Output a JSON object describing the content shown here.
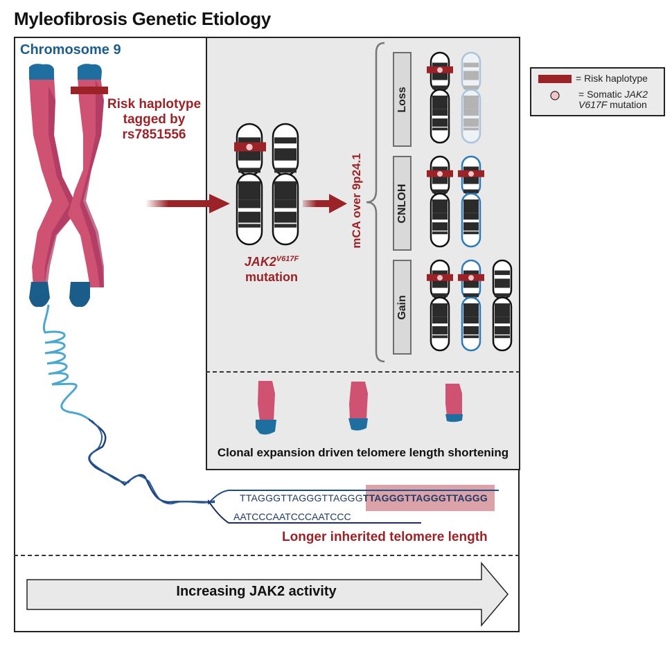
{
  "title": "Myleofibrosis Genetic Etiology",
  "left_panel": {
    "chromosome_label": "Chromosome 9",
    "risk_label_lines": [
      "Risk haplotype",
      "tagged by",
      "rs7851556"
    ]
  },
  "middle": {
    "gene": "JAK2",
    "gene_superscript": "V617F",
    "mutation_word": "mutation",
    "mca_label": "mCA over 9p24.1"
  },
  "mca_rows": [
    {
      "label": "Loss",
      "chromosomes": [
        "normal-with-risk-mutation",
        "faded-lost"
      ]
    },
    {
      "label": "CNLOH",
      "chromosomes": [
        "normal-with-risk-mutation",
        "blue-copy-with-risk-mutation"
      ]
    },
    {
      "label": "Gain",
      "chromosomes": [
        "normal-with-risk-mutation",
        "blue-copy-with-risk-mutation",
        "normal"
      ]
    }
  ],
  "legend": {
    "risk_haplotype": "= Risk haplotype",
    "somatic_prefix": "= Somatic ",
    "somatic_gene": "JAK2",
    "somatic_variant": "V617F",
    "somatic_suffix": " mutation"
  },
  "telomere_panel": {
    "label": "Clonal expansion driven telomere length shortening"
  },
  "sequence": {
    "top_plain": "TTAGGGTTAGGGTTAGGG",
    "top_highlight": "TTAGGGTTAGGGTTAGGG",
    "bottom": "AATCCCAATCCCAATCCC",
    "label": "Longer inherited telomere length"
  },
  "bottom_arrow": {
    "label": "Increasing JAK2 activity"
  },
  "colors": {
    "risk_red": "#9b2226",
    "chromosome_pink": "#d05272",
    "telomere_blue": "#1f6ea0",
    "label_blue": "#1d5d8e",
    "panel_gray": "#e9e9e9",
    "somatic_dot": "#f4c4c8",
    "highlight": "#dba2a8"
  }
}
